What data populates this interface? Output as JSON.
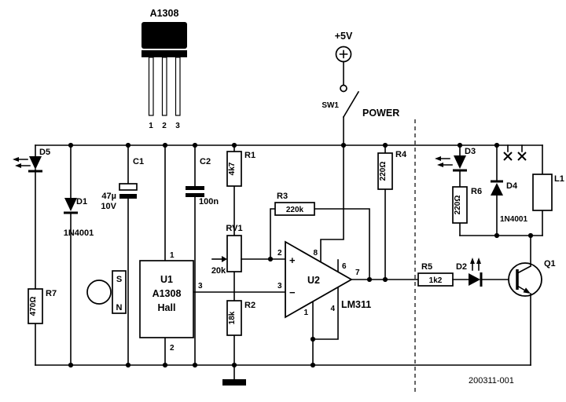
{
  "sch": {
    "package": {
      "name": "A1308",
      "pin1": "1",
      "pin2": "2",
      "pin3": "3"
    },
    "power": {
      "rail": "+5V",
      "sw": "SW1",
      "sw_name": "POWER"
    },
    "left": {
      "d5": "D5",
      "d1": "D1",
      "d1_val": "1N4001",
      "r7": "R7",
      "r7_val": "470Ω",
      "c1": "C1",
      "c1_val": "47µ",
      "c1_volt": "10V",
      "c2": "C2",
      "c2_val": "100n"
    },
    "sensor": {
      "u1": "U1",
      "part": "A1308",
      "func": "Hall",
      "pin1": "1",
      "pin2": "2",
      "pin3": "3",
      "magnet_s": "S",
      "magnet_n": "N"
    },
    "divider": {
      "r1": "R1",
      "r1_val": "4k7",
      "rv1": "RV1",
      "rv1_val": "20k",
      "r2": "R2",
      "r2_val": "18k"
    },
    "comparator": {
      "u2": "U2",
      "part": "LM311",
      "plus": "+",
      "minus": "−",
      "pin1": "1",
      "pin2": "2",
      "pin3": "3",
      "pin4": "4",
      "pin6": "6",
      "pin7": "7",
      "pin8": "8",
      "r3": "R3",
      "r3_val": "220k",
      "r4": "R4",
      "r4_val": "220Ω"
    },
    "driver": {
      "r5": "R5",
      "r5_val": "1k2",
      "d2": "D2",
      "q1": "Q1"
    },
    "relay": {
      "d3": "D3",
      "r6": "R6",
      "r6_val": "220Ω",
      "d4": "D4",
      "d4_val": "1N4001",
      "l1": "L1"
    },
    "footer": {
      "doc_number": "200311-001"
    }
  }
}
